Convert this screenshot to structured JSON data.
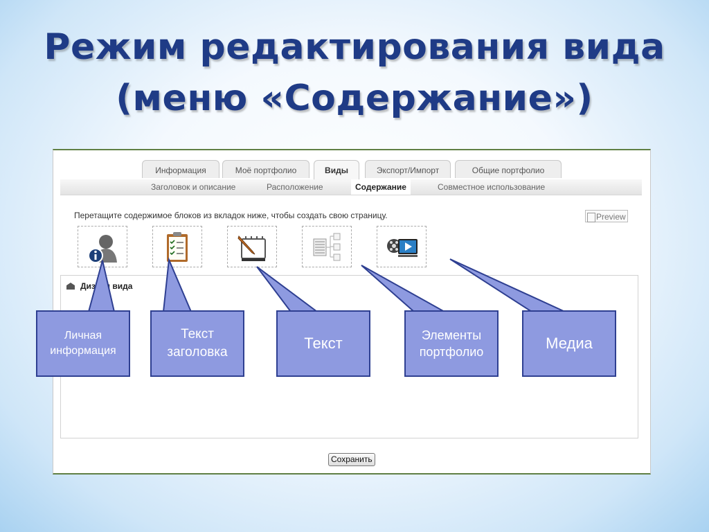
{
  "slide": {
    "title_line1": "Режим редактирования вида",
    "title_line2": "(меню «Содержание»)"
  },
  "app": {
    "tabs": [
      {
        "label": "Информация",
        "active": false
      },
      {
        "label": "Моё портфолио",
        "active": false
      },
      {
        "label": "Виды",
        "active": true
      },
      {
        "label": "Экспорт/Импорт",
        "active": false
      },
      {
        "label": "Общие портфолио",
        "active": false
      }
    ],
    "subtabs": [
      {
        "label": "Заголовок и описание",
        "active": false
      },
      {
        "label": "Расположение",
        "active": false
      },
      {
        "label": "Содержание",
        "active": true
      },
      {
        "label": "Совместное использование",
        "active": false
      }
    ],
    "instruction": "Перетащите содержимое блоков из вкладок ниже, чтобы создать свою страницу.",
    "preview_label": "Preview",
    "blocks": [
      {
        "icon": "personal-info-icon"
      },
      {
        "icon": "clipboard-checklist-icon"
      },
      {
        "icon": "notepad-pencil-icon"
      },
      {
        "icon": "portfolio-elements-icon"
      },
      {
        "icon": "media-film-icon"
      }
    ],
    "design_title": "Дизайн вида",
    "save_label": "Сохранить"
  },
  "callouts": [
    {
      "label": "Личная информация",
      "fill": "#8e9ae0",
      "border": "#2e3f91"
    },
    {
      "label": "Текст заголовка",
      "fill": "#8e9ae0",
      "border": "#2e3f91"
    },
    {
      "label": "Текст",
      "fill": "#8e9ae0",
      "border": "#2e3f91"
    },
    {
      "label": "Элементы портфолио",
      "fill": "#8e9ae0",
      "border": "#2e3f91"
    },
    {
      "label": "Медиа",
      "fill": "#8e9ae0",
      "border": "#2e3f91"
    }
  ],
  "colors": {
    "title": "#1f3b86",
    "frame_border": "#5f7f43"
  }
}
